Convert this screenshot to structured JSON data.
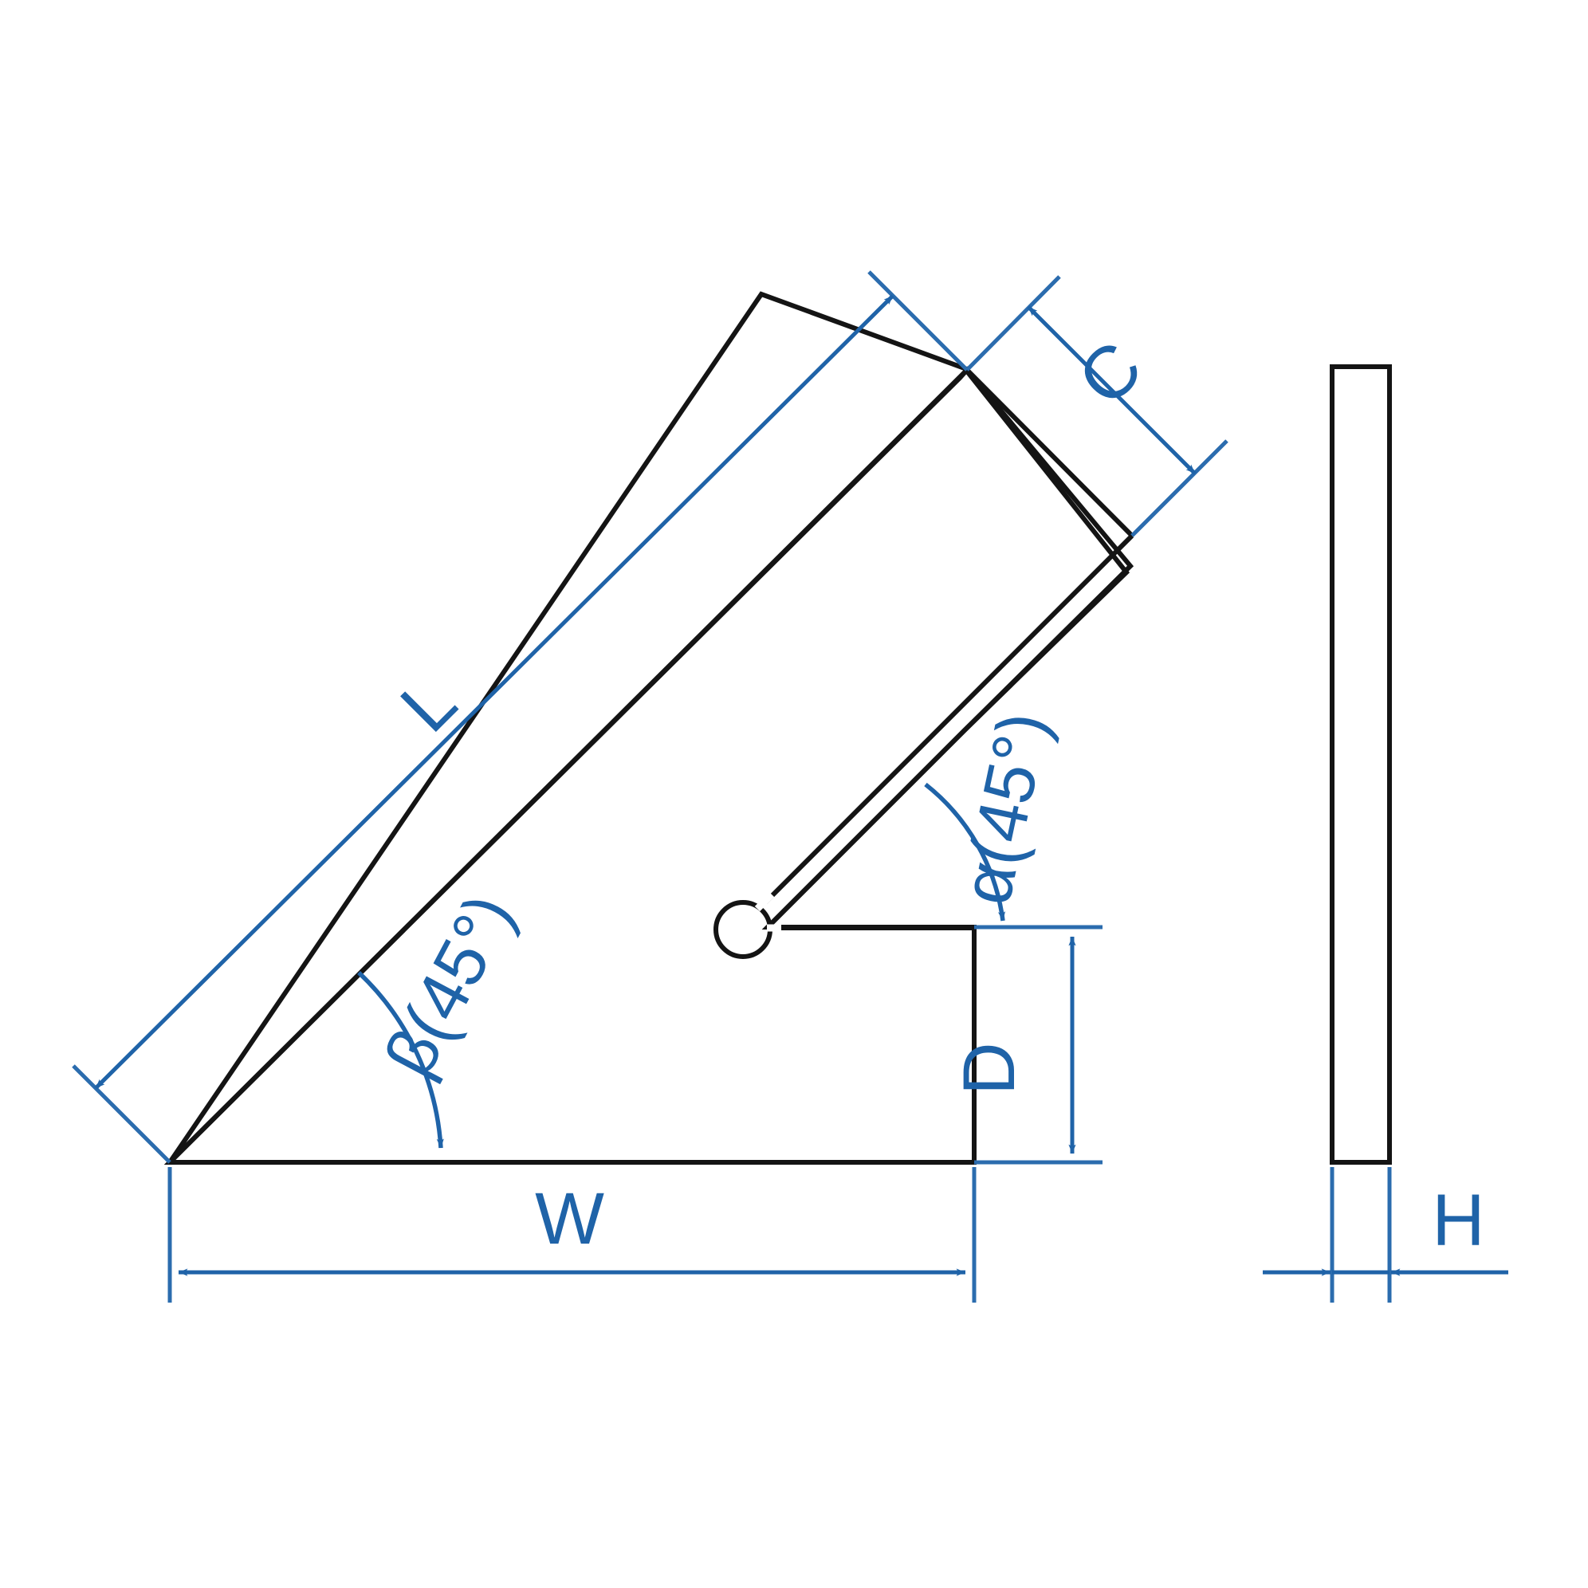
{
  "drawing": {
    "title": "Adjustable angle square dimensional drawing",
    "background_color": "#ffffff",
    "outline_color": "#141414",
    "dimension_color": "#1F63A8",
    "views": {
      "front": "front-view",
      "side": "side-view"
    }
  },
  "dimensions": {
    "length": {
      "label": "L",
      "name": "blade-length",
      "rotation_deg": -45
    },
    "arm_width": {
      "label": "C",
      "name": "blade-width",
      "rotation_deg": 45
    },
    "base_width": {
      "label": "W",
      "name": "stock-width",
      "rotation_deg": 0
    },
    "base_height": {
      "label": "D",
      "name": "stock-height",
      "rotation_deg": -90
    },
    "thickness": {
      "label": "H",
      "name": "material-thickness",
      "rotation_deg": 0
    }
  },
  "angles": {
    "alpha": {
      "symbol": "α",
      "label": "α(45°)",
      "value": "45°",
      "name": "interior-angle-alpha",
      "rotation_deg": -78
    },
    "beta": {
      "symbol": "β",
      "label": "β(45°)",
      "value": "45°",
      "name": "interior-angle-beta",
      "rotation_deg": -62
    }
  },
  "features": {
    "relief_hole": {
      "name": "relief-hole",
      "shape": "circle"
    }
  }
}
